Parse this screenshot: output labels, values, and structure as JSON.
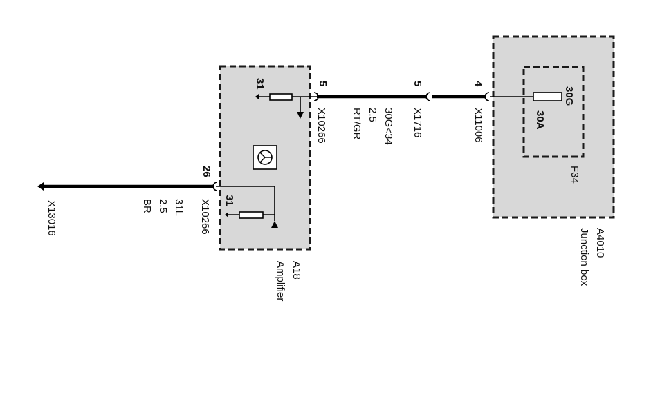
{
  "components": {
    "amplifier": {
      "id": "A18",
      "name": "Amplifier"
    },
    "junction_box": {
      "id": "A4010",
      "name": "Junction box"
    },
    "fuse": {
      "id": "F34",
      "rating": "30A",
      "terminal": "30G"
    }
  },
  "connectors": {
    "x13016": "X13016",
    "x10266_lower": "X10266",
    "x10266_upper": "X10266",
    "x1716": "X1716",
    "x11006": "X11006"
  },
  "pins": {
    "amp_ground": "26",
    "amp_power": "5",
    "x1716": "5",
    "x11006": "4",
    "ground_upper": "31",
    "ground_lower": "31"
  },
  "wires": {
    "ground": {
      "signal": "31L",
      "size": "2.5",
      "color": "BR"
    },
    "power": {
      "signal": "30G<34",
      "size": "2.5",
      "color": "RT/GR"
    }
  }
}
